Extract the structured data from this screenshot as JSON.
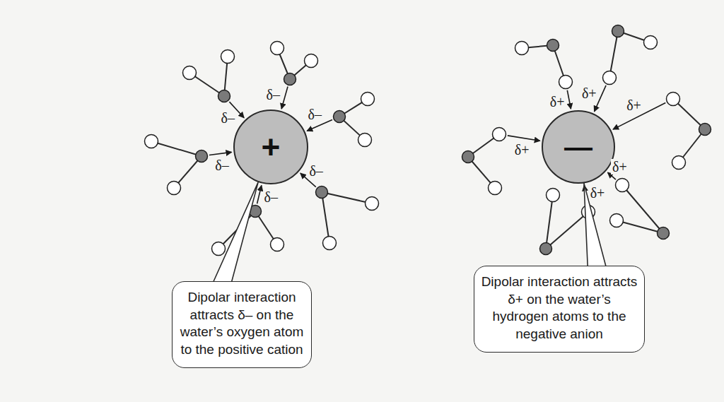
{
  "diagram": {
    "nodes": [
      {
        "text": [
          "+"
        ]
      },
      {
        "text": [
          "—"
        ]
      },
      {
        "text": [
          "Dipolar interaction attracts δ– on the water’s oxygen atom to the positive cation"
        ]
      },
      {
        "text": [
          "Dipolar interaction attracts δ+ on the water’s hydrogen atoms to the negative anion"
        ]
      }
    ],
    "edges": [
      {
        "from": 2,
        "to": 0,
        "arrow": "none"
      },
      {
        "from": 3,
        "to": 1,
        "arrow": "none"
      }
    ],
    "labels": [
      "δ–",
      "δ–",
      "δ–",
      "δ–",
      "δ–",
      "δ–",
      "δ+",
      "δ+",
      "δ+",
      "δ+",
      "δ+",
      "δ+"
    ]
  }
}
